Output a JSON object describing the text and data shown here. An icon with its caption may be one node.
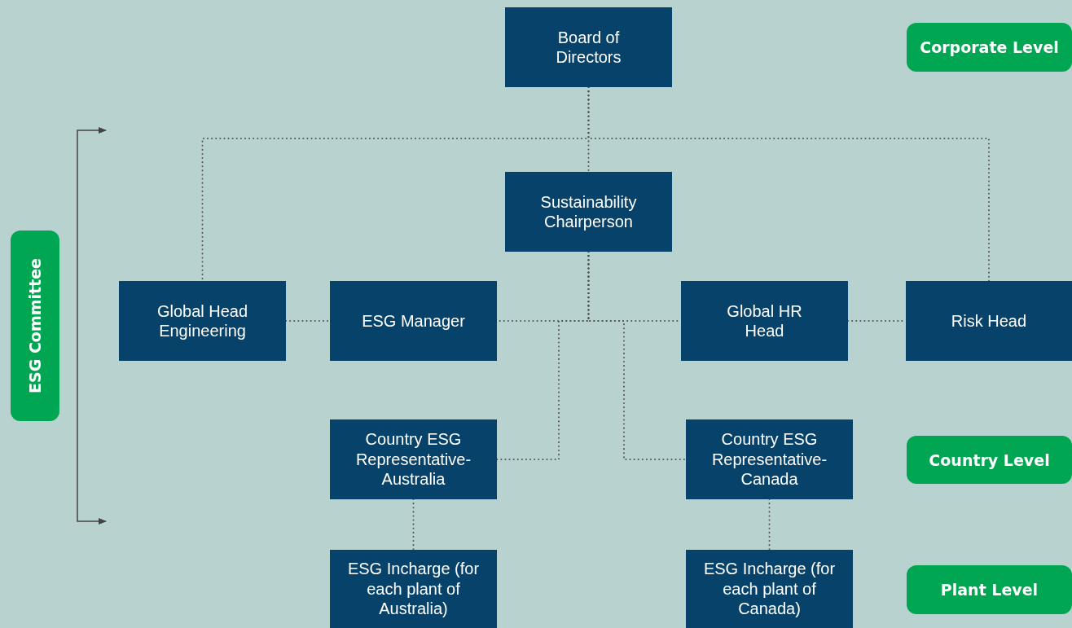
{
  "diagram": {
    "nodes": [
      {
        "text": [
          "Board of Directors"
        ]
      },
      {
        "text": [
          "Sustainability Chairperson"
        ]
      },
      {
        "text": [
          "Global Head Engineering"
        ]
      },
      {
        "text": [
          "ESG Manager"
        ]
      },
      {
        "text": [
          "Global HR Head"
        ]
      },
      {
        "text": [
          "Risk Head"
        ]
      },
      {
        "text": [
          "Country ESG Representative-Australia"
        ]
      },
      {
        "text": [
          "Country ESG Representative-Canada"
        ]
      },
      {
        "text": [
          "ESG Incharge (for each plant of Australia)"
        ]
      },
      {
        "text": [
          "ESG Incharge (for each plant of Canada)"
        ]
      },
      {
        "text": [
          "Corporate Level"
        ]
      },
      {
        "text": [
          "Country Level"
        ]
      },
      {
        "text": [
          "Plant Level"
        ]
      },
      {
        "text": [
          "ESG Committee"
        ]
      }
    ],
    "edges": [
      {
        "from": 0,
        "to": 1,
        "arrow": "none"
      },
      {
        "from": 0,
        "to": 2,
        "arrow": "none"
      },
      {
        "from": 0,
        "to": 5,
        "arrow": "none"
      },
      {
        "from": 2,
        "to": 3,
        "arrow": "none"
      },
      {
        "from": 1,
        "to": 3,
        "arrow": "none"
      },
      {
        "from": 1,
        "to": 4,
        "arrow": "none"
      },
      {
        "from": 4,
        "to": 5,
        "arrow": "none"
      },
      {
        "from": 1,
        "to": 6,
        "arrow": "none"
      },
      {
        "from": 1,
        "to": 7,
        "arrow": "none"
      },
      {
        "from": 6,
        "to": 8,
        "arrow": "none"
      },
      {
        "from": 7,
        "to": 9,
        "arrow": "none"
      }
    ]
  }
}
